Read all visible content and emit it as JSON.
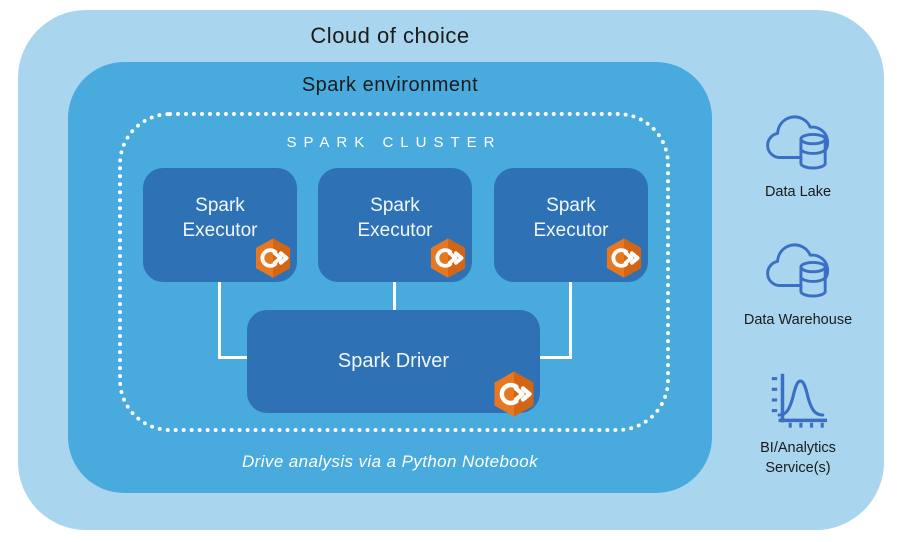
{
  "diagram": {
    "cloud_title": "Cloud of choice",
    "env_title": "Spark environment",
    "cluster_title": "SPARK CLUSTER",
    "executors": [
      {
        "line1": "Spark",
        "line2": "Executor"
      },
      {
        "line1": "Spark",
        "line2": "Executor"
      },
      {
        "line1": "Spark",
        "line2": "Executor"
      }
    ],
    "driver_label": "Spark Driver",
    "caption": "Drive analysis via a Python Notebook"
  },
  "right_panel": {
    "items": [
      {
        "icon": "data-lake-icon",
        "label": "Data Lake"
      },
      {
        "icon": "data-warehouse-icon",
        "label": "Data Warehouse"
      },
      {
        "icon": "bi-analytics-icon",
        "label": "BI/Analytics Service(s)"
      }
    ]
  },
  "colors": {
    "outer_cloud_fill": "#a9d5ee",
    "spark_environment_fill": "#49aadd",
    "node_fill": "#2e71b5",
    "service_icon_stroke": "#3a6fc4",
    "spark_icon_orange": "#e87722",
    "spark_icon_orange_dark": "#cd5f10",
    "title_text": "#1b1b1b",
    "white": "#ffffff"
  }
}
